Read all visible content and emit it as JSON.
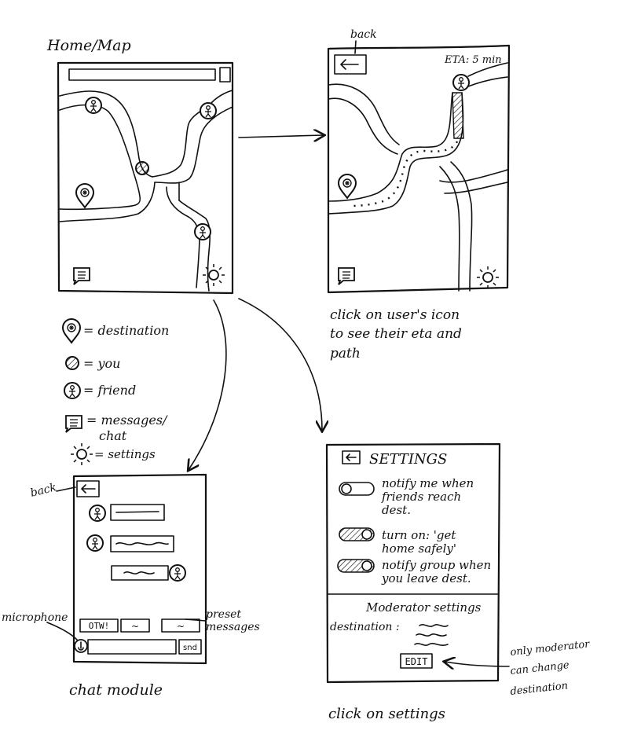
{
  "titles": {
    "home_map": "Home/Map",
    "chat_module": "chat module",
    "click_on_settings": "click on settings"
  },
  "eta_screen": {
    "back_label": "back",
    "eta_label": "ETA: 5 min",
    "caption_line1": "click on user's icon",
    "caption_line2": "to see their eta and",
    "caption_line3": "path"
  },
  "legend": {
    "destination": "= destination",
    "you": "= you",
    "friend": "= friend",
    "messages_line1": "= messages/",
    "messages_line2": "chat",
    "settings": "= settings"
  },
  "chat": {
    "back_label": "back",
    "microphone_label": "microphone",
    "preset_label_line1": "preset",
    "preset_label_line2": "messages",
    "preset_otw": "OTW!",
    "preset_2": "~",
    "preset_3": "~",
    "send_label": "snd"
  },
  "settings": {
    "title": "SETTINGS",
    "opt1_line1": "notify me when",
    "opt1_line2": "friends reach",
    "opt1_line3": "dest.",
    "opt2_line1": "turn on: 'get",
    "opt2_line2": "home safely'",
    "opt3_line1": "notify group when",
    "opt3_line2": "you leave dest.",
    "moderator_title": "Moderator settings",
    "destination_label": "destination :",
    "edit_button": "EDIT",
    "note_line1": "only moderator",
    "note_line2": "can change",
    "note_line3": "destination"
  }
}
